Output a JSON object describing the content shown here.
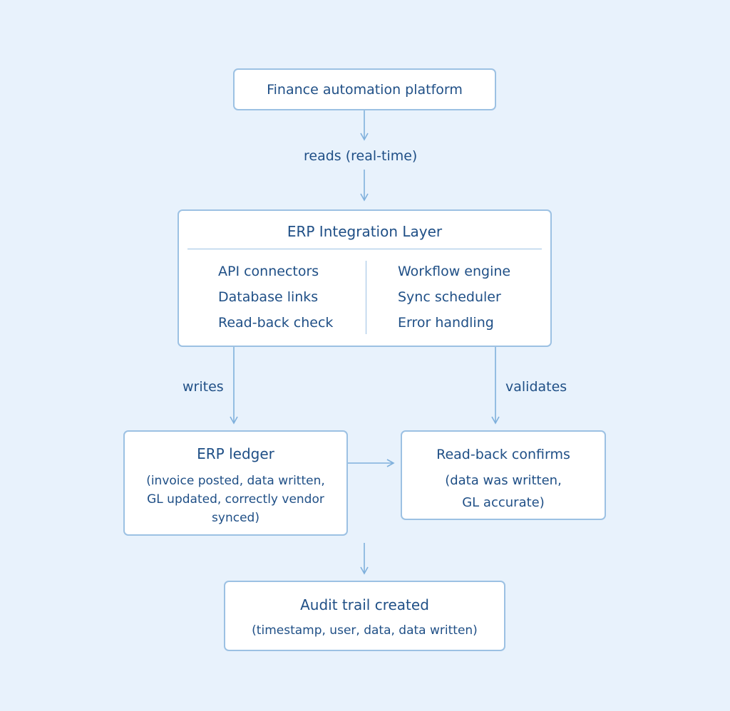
{
  "diagram": {
    "platform": {
      "title": "Finance automation platform"
    },
    "edge_reads": "reads (real-time)",
    "integration": {
      "title": "ERP Integration Layer",
      "left_items": [
        "API connectors",
        "Database links",
        "Read-back check"
      ],
      "right_items": [
        "Workflow engine",
        "Sync scheduler",
        "Error handling"
      ]
    },
    "edge_writes": "writes",
    "edge_validates": "validates",
    "ledger": {
      "title": "ERP ledger",
      "lines": [
        "(invoice posted, data written,",
        "GL updated, correctly vendor",
        "synced)"
      ]
    },
    "readback": {
      "title": "Read-back confirms",
      "lines": [
        "(data was written,",
        "GL accurate)"
      ]
    },
    "audit": {
      "title": "Audit trail created",
      "detail": "(timestamp, user, data, data written)"
    },
    "colors": {
      "background": "#e8f2fc",
      "border": "#9cc1e3",
      "text": "#1f4f86",
      "arrow": "#7fb0dc"
    }
  }
}
